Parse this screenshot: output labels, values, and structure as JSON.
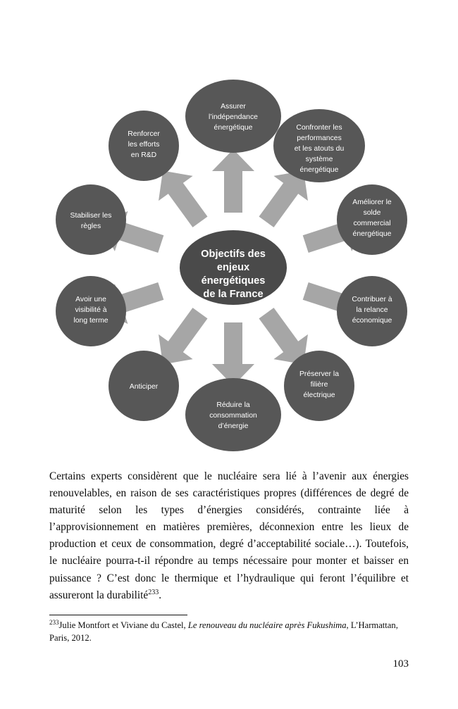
{
  "page": {
    "number": "103",
    "language": "fr"
  },
  "diagram": {
    "name": "objectifs-des-enjeux-energetiques-de-la-france",
    "type": "radial-hub-and-spoke",
    "colors": {
      "node_fill": "#575757",
      "center_fill": "#4a4a4a",
      "arrow_fill": "#a6a6a6",
      "node_text": "#ffffff",
      "background": "#ffffff"
    },
    "center": {
      "label_lines": [
        "Objectifs des",
        "enjeux",
        "énergétiques",
        "de la France"
      ]
    },
    "nodes": [
      {
        "id": "node-1",
        "angle_deg": 90,
        "label_lines": [
          "Assurer",
          "l’indépendance",
          "énergétique"
        ]
      },
      {
        "id": "node-2",
        "angle_deg": 54,
        "label_lines": [
          "Confronter les",
          "performances",
          "et les atouts du",
          "système",
          "énergétique"
        ]
      },
      {
        "id": "node-3",
        "angle_deg": 18,
        "label_lines": [
          "Améliorer le",
          "solde",
          "commercial",
          "énergétique"
        ]
      },
      {
        "id": "node-4",
        "angle_deg": -18,
        "label_lines": [
          "Contribuer à",
          "la relance",
          "économique"
        ]
      },
      {
        "id": "node-5",
        "angle_deg": -54,
        "label_lines": [
          "Préserver la",
          "filière",
          "électrique"
        ]
      },
      {
        "id": "node-6",
        "angle_deg": -90,
        "label_lines": [
          "Réduire la",
          "consommation",
          "d’énergie"
        ]
      },
      {
        "id": "node-7",
        "angle_deg": -126,
        "label_lines": [
          "Anticiper"
        ]
      },
      {
        "id": "node-8",
        "angle_deg": -162,
        "label_lines": [
          "Avoir une",
          "visibilité à",
          "long terme"
        ]
      },
      {
        "id": "node-9",
        "angle_deg": 162,
        "label_lines": [
          "Stabiliser les",
          "règles"
        ]
      },
      {
        "id": "node-10",
        "angle_deg": 126,
        "label_lines": [
          "Renforcer",
          "les efforts",
          "en R&D"
        ]
      }
    ]
  },
  "body": {
    "paragraph": "Certains experts considèrent que le nucléaire sera lié à l’avenir aux énergies renouvelables, en raison de ses caractéristiques propres (différences de degré de maturité selon les types d’énergies considérés, contrainte liée à l’approvisionnement en matières premières, déconnexion entre les lieux de production et ceux de consommation, degré d’acceptabilité sociale…). Toutefois, le nucléaire pourra-t-il répondre au temps nécessaire pour monter et baisser en puissance ? C’est donc le thermique et l’hydraulique qui feront l’équilibre et assureront la durabilité",
    "footnote_marker": "233",
    "paragraph_end": "."
  },
  "footnote": {
    "marker": "233",
    "author": "Julie Montfort et Viviane du Castel, ",
    "title": "Le renouveau du nucléaire après Fukushima",
    "publisher": ", L’Harmattan, Paris, 2012."
  }
}
